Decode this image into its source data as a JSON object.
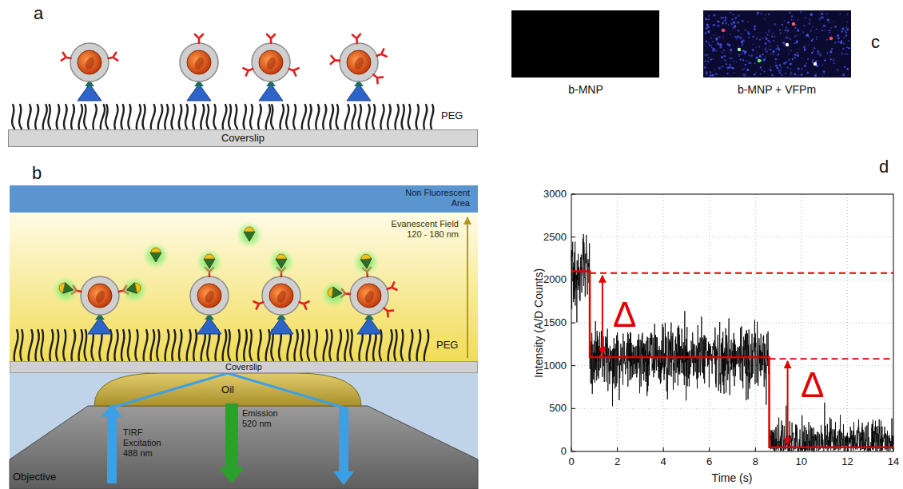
{
  "diagram": {
    "nodes": [
      {
        "text": [
          "Coverslip"
        ]
      },
      {
        "text": [
          "Non Fluorescent Area"
        ]
      },
      {
        "text": [
          "Evanescent Field 120 - 180 nm"
        ]
      },
      {
        "text": [
          "Coverslip"
        ]
      },
      {
        "text": [
          "Oil"
        ]
      },
      {
        "text": [
          "Objective"
        ]
      }
    ],
    "labels": [
      "a",
      "PEG",
      "b",
      "PEG",
      "TIRF Excitation 488 nm",
      "Emission 520 nm",
      "c",
      "b-MNP",
      "b-MNP + VFPm",
      "d",
      "3000",
      "2500",
      "2000",
      "1500",
      "1000",
      "500",
      "0",
      "0",
      "2",
      "4",
      "6",
      "8",
      "10",
      "12",
      "14",
      "Intensity (A/D Counts)",
      "Time (s)",
      "Δ",
      "Δ"
    ]
  }
}
